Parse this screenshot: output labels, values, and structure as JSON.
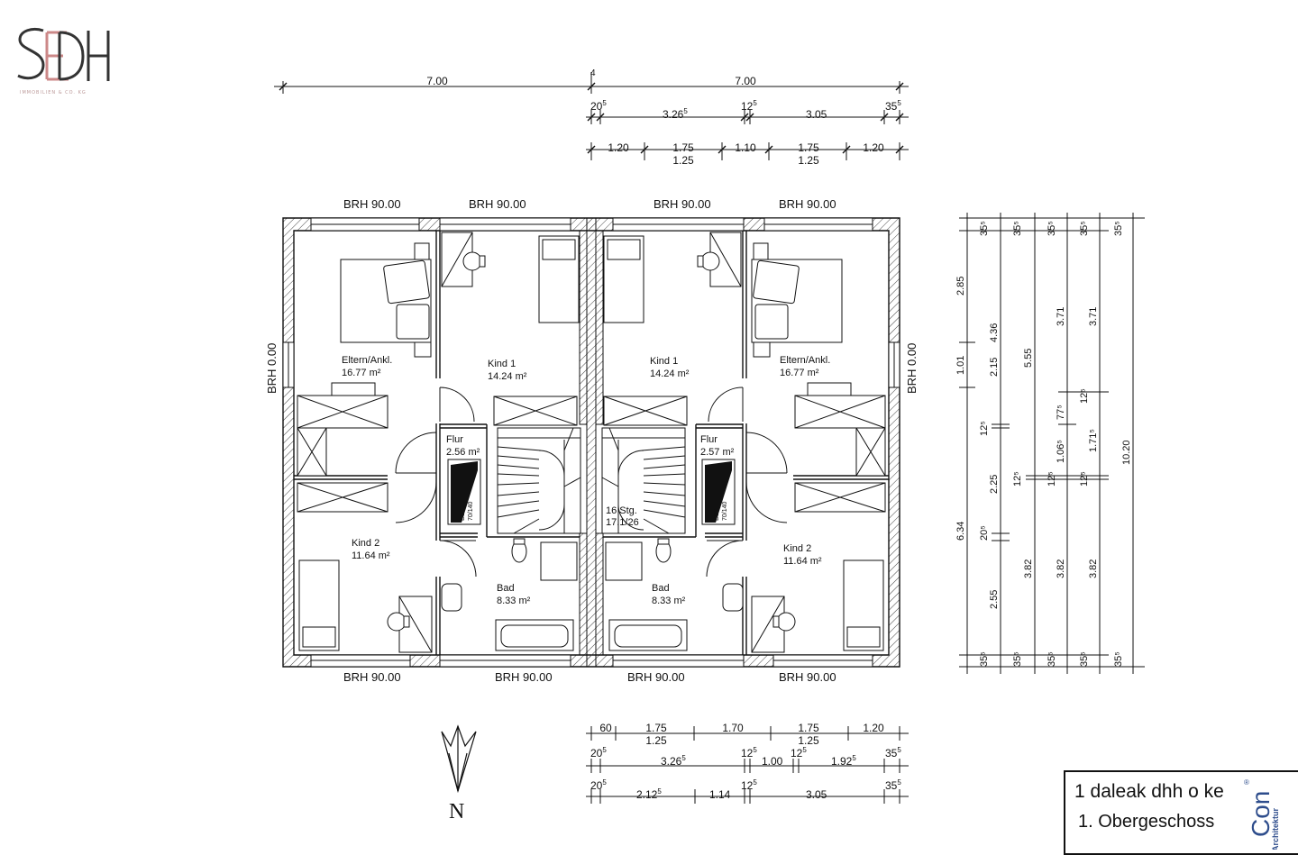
{
  "logo": {
    "letters": "SEDH",
    "tagline": "IMMOBILIEN & CO. KG"
  },
  "dims_top": {
    "row1": [
      "7.00",
      "7.00"
    ],
    "row2": [
      {
        "v": "20",
        "s": "5"
      },
      {
        "v": "3.26",
        "s": "5"
      },
      {
        "v": "12",
        "s": "5"
      },
      {
        "v": "3.05",
        "s": ""
      },
      {
        "v": "35",
        "s": "5"
      }
    ],
    "row3_top": [
      "1.20",
      "1.75",
      "1.10",
      "1.75",
      "1.20"
    ],
    "row3_bottom": [
      "1.25",
      "1.25"
    ]
  },
  "dims_bottom": {
    "row1_top": [
      "60",
      "1.75",
      "1.70",
      "1.75",
      "1.20"
    ],
    "row1_bottom": [
      "1.25",
      "1.25"
    ],
    "row2": [
      {
        "v": "20",
        "s": "5"
      },
      {
        "v": "3.26",
        "s": "5"
      },
      {
        "v": "12",
        "s": "5"
      },
      {
        "v": "1.00",
        "s": ""
      },
      {
        "v": "12",
        "s": "5"
      },
      {
        "v": "1.92",
        "s": "5"
      },
      {
        "v": "35",
        "s": "5"
      }
    ],
    "row3": [
      {
        "v": "20",
        "s": "5"
      },
      {
        "v": "2.12",
        "s": "5"
      },
      {
        "v": "1.14",
        "s": ""
      },
      {
        "v": "12",
        "s": "5"
      },
      {
        "v": "3.05",
        "s": ""
      },
      {
        "v": "35",
        "s": "5"
      }
    ]
  },
  "dims_right": {
    "col1": [
      "35⁵",
      "2.85",
      "1.01",
      "6.34",
      "35⁵"
    ],
    "col2": [
      "35⁵",
      "4.36",
      "2.15",
      "12⁵",
      "2.25",
      "20⁵",
      "2.55",
      "35⁵"
    ],
    "col3": [
      "35⁵",
      "5.55",
      "12⁵",
      "3.82",
      "35⁵"
    ],
    "col4": [
      "35⁵",
      "3.71",
      "77⁵",
      "1.06⁵",
      "12⁵",
      "3.82",
      "35⁵"
    ],
    "col5": [
      "35⁵",
      "3.71",
      "12⁵",
      "1.71⁵",
      "12⁵",
      "3.82",
      "35⁵"
    ],
    "total": "10.20"
  },
  "brh": {
    "window": "BRH 90.00",
    "side": "BRH 0.00"
  },
  "rooms": {
    "eltern_left": {
      "name": "Eltern/Ankl.",
      "area": "16.77 m²"
    },
    "kind1_left": {
      "name": "Kind 1",
      "area": "14.24 m²"
    },
    "kind1_right": {
      "name": "Kind 1",
      "area": "14.24 m²"
    },
    "eltern_right": {
      "name": "Eltern/Ankl.",
      "area": "16.77 m²"
    },
    "flur_left": {
      "name": "Flur",
      "area": "2.56 m²"
    },
    "flur_right": {
      "name": "Flur",
      "area": "2.57 m²"
    },
    "kind2_left": {
      "name": "Kind 2",
      "area": "11.64 m²"
    },
    "kind2_right": {
      "name": "Kind 2",
      "area": "11.64 m²"
    },
    "bad_left": {
      "name": "Bad",
      "area": "8.33 m²"
    },
    "bad_right": {
      "name": "Bad",
      "area": "8.33 m²"
    }
  },
  "stairs": {
    "steps": "16 Stg.",
    "ratio": "17.1/26"
  },
  "est": {
    "a": "EST",
    "b": "70/140"
  },
  "north": "N",
  "titleblock": {
    "line1": "1 daleak dhh o ke",
    "line2": "1. Obergeschoss",
    "brand": "Con",
    "brand_sub": "Architektur",
    "reg": "®"
  }
}
